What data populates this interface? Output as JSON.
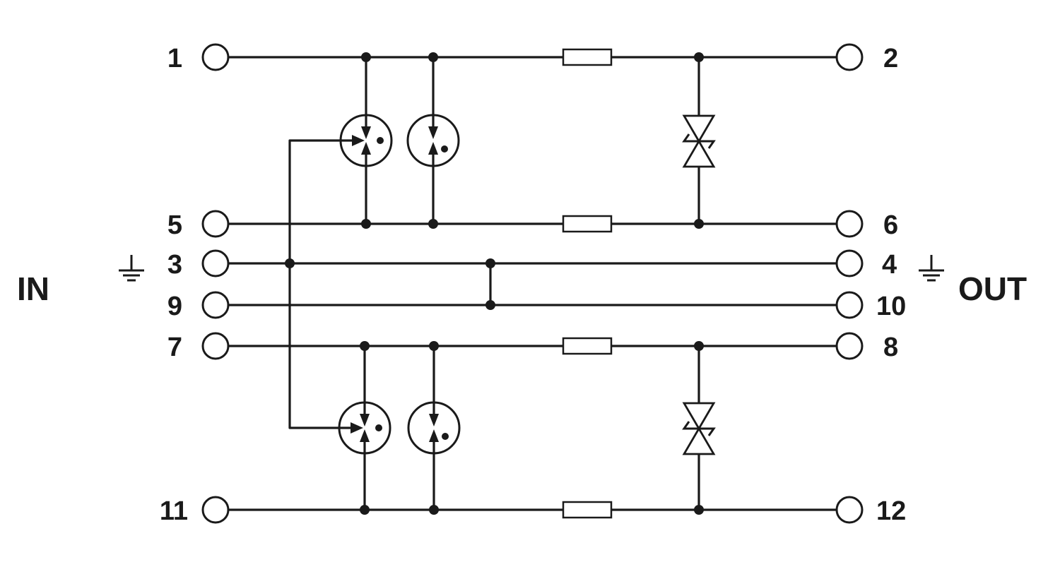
{
  "labels": {
    "in": "IN",
    "out": "OUT"
  },
  "pins": {
    "p1": "1",
    "p2": "2",
    "p3": "3",
    "p4": "4",
    "p5": "5",
    "p6": "6",
    "p7": "7",
    "p8": "8",
    "p9": "9",
    "p10": "10",
    "p11": "11",
    "p12": "12"
  },
  "icons": {
    "ground": "ground-symbol-icon",
    "gas_discharge_tube": "gas-discharge-tube-icon",
    "resistor": "resistor-icon",
    "tvs_diode": "bidirectional-tvs-diode-icon"
  },
  "colors": {
    "line": "#1a1a1a",
    "background": "#ffffff"
  }
}
